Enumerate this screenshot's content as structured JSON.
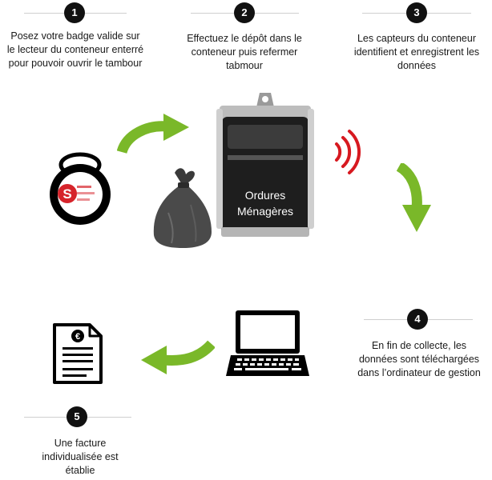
{
  "steps": [
    {
      "number": "1",
      "text": "Posez votre badge valide sur le lecteur du conteneur enterré pour pouvoir ouvrir le tambour"
    },
    {
      "number": "2",
      "text": "Effectuez le dépôt dans le conteneur puis refermer tabmour"
    },
    {
      "number": "3",
      "text": "Les capteurs du conteneur identifient et enregistrent les données"
    },
    {
      "number": "4",
      "text": "En fin de collecte, les données sont téléchargées dans l’ordinateur de gestion"
    },
    {
      "number": "5",
      "text": "Une facture individualisée est établie"
    }
  ],
  "bin": {
    "label_line1": "Ordures",
    "label_line2": "Ménagères"
  },
  "invoice": {
    "currency_symbol": "€"
  },
  "badge": {
    "logo_letter": "S"
  },
  "colors": {
    "arrow": "#7ab829",
    "signal": "#d71920",
    "icon": "#000000"
  },
  "icons": [
    "badge-icon",
    "garbage-bag-icon",
    "waste-bin-icon",
    "signal-icon",
    "laptop-icon",
    "invoice-icon",
    "arrow-icon"
  ]
}
